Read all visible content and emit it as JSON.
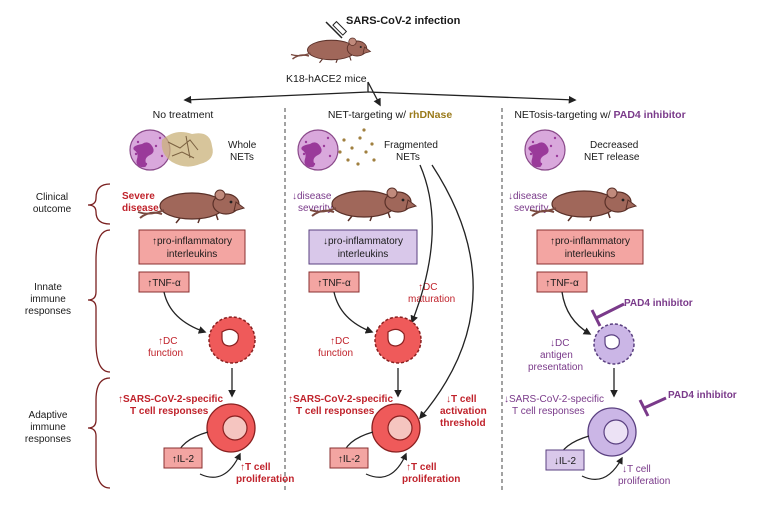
{
  "top": {
    "infection": "SARS-CoV-2 infection",
    "mice": "K18-hACE2 mice"
  },
  "columns": [
    {
      "title": "No treatment",
      "title_accent": "",
      "nets_line1": "Whole",
      "nets_line2": "NETs",
      "clinical_line1": "Severe",
      "clinical_line2": "disease",
      "box_line1": "↑pro-inflammatory",
      "box_line2": "interleukins",
      "tnf": "↑TNF-α",
      "dc_line1": "↑DC",
      "dc_line2": "function",
      "tcell_line1": "↑SARS-CoV-2-specific",
      "tcell_line2": "T cell responses",
      "il2": "↑IL-2",
      "prolif_line1": "↑T cell",
      "prolif_line2": "proliferation"
    },
    {
      "title": "NET-targeting w/ ",
      "title_accent": "rhDNase",
      "nets_line1": "Fragmented",
      "nets_line2": "NETs",
      "clinical_line1": "↓disease",
      "clinical_line2": "severity",
      "box_line1": "↓pro-inflammatory",
      "box_line2": "interleukins",
      "tnf": "↑TNF-α",
      "dc_line1": "↑DC",
      "dc_line2": "function",
      "dc_mat_line1": "↑DC",
      "dc_mat_line2": "maturation",
      "tcell_line1": "↑SARS-CoV-2-specific",
      "tcell_line2": "T cell responses",
      "activation_line1": "↓T cell",
      "activation_line2": "activation",
      "activation_line3": "threshold",
      "il2": "↑IL-2",
      "prolif_line1": "↑T cell",
      "prolif_line2": "proliferation"
    },
    {
      "title": "NETosis-targeting w/ ",
      "title_accent": "PAD4 inhibitor",
      "nets_line1": "Decreased",
      "nets_line2": "NET release",
      "clinical_line1": "↓disease",
      "clinical_line2": "severity",
      "box_line1": "↑pro-inflammatory",
      "box_line2": "interleukins",
      "tnf": "↑TNF-α",
      "inhibitor1": "PAD4 inhibitor",
      "dc_line1": "↓DC",
      "dc_line2": "antigen",
      "dc_line3": "presentation",
      "tcell_line1": "↓SARS-CoV-2-specific",
      "tcell_line2": "T cell responses",
      "inhibitor2": "PAD4 inhibitor",
      "il2": "↓IL-2",
      "prolif_line1": "↓T cell",
      "prolif_line2": "proliferation"
    }
  ],
  "rows": {
    "clinical_line1": "Clinical",
    "clinical_line2": "outcome",
    "innate_line1": "Innate",
    "innate_line2": "immune",
    "innate_line3": "responses",
    "adaptive_line1": "Adaptive",
    "adaptive_line2": "immune",
    "adaptive_line3": "responses"
  },
  "colors": {
    "red_text": "#c0222b",
    "purple_text": "#7a3a8a",
    "pink_box": "#f3a5a2",
    "lavender_box": "#d9c8ea",
    "neutrophil": "#d9a8dc",
    "cell_red": "#ef5a5a",
    "cell_lavender": "#cbb6e6",
    "mouse": "#a0675a"
  }
}
